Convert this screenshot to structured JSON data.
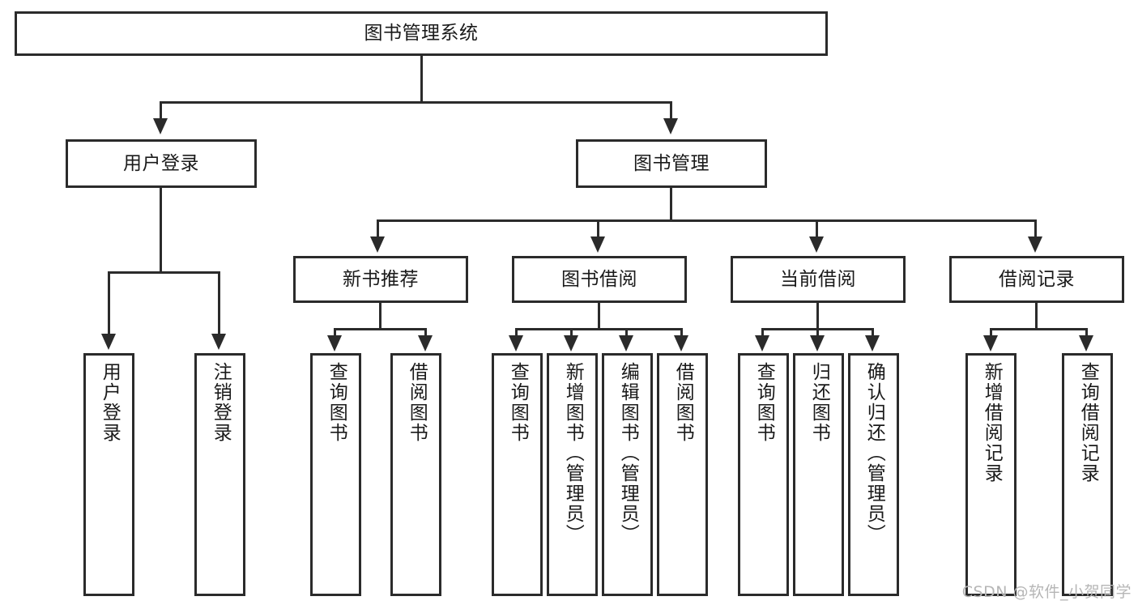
{
  "diagram": {
    "title": "图书管理系统",
    "type": "tree-hierarchy-chart",
    "root": {
      "label": "图书管理系统"
    },
    "level2": [
      {
        "label": "用户登录"
      },
      {
        "label": "图书管理"
      }
    ],
    "level3": [
      {
        "label": "新书推荐"
      },
      {
        "label": "图书借阅"
      },
      {
        "label": "当前借阅"
      },
      {
        "label": "借阅记录"
      }
    ],
    "leaves": {
      "user_login": [
        {
          "label": "用户登录"
        },
        {
          "label": "注销登录"
        }
      ],
      "new_book_recommend": [
        {
          "label": "查询图书"
        },
        {
          "label": "借阅图书"
        }
      ],
      "book_borrow": [
        {
          "label": "查询图书"
        },
        {
          "label": "新增图书（管理员）"
        },
        {
          "label": "编辑图书（管理员）"
        },
        {
          "label": "借阅图书"
        }
      ],
      "current_borrow": [
        {
          "label": "查询图书"
        },
        {
          "label": "归还图书"
        },
        {
          "label": "确认归还（管理员）"
        }
      ],
      "borrow_record": [
        {
          "label": "新增借阅记录"
        },
        {
          "label": "查询借阅记录"
        }
      ]
    }
  },
  "watermark": {
    "text": "CSDN @软件_小贺同学"
  },
  "colors": {
    "stroke": "#2b2b2b",
    "background": "#ffffff",
    "text": "#1a1a1a",
    "watermark": "#b6b6b6"
  }
}
